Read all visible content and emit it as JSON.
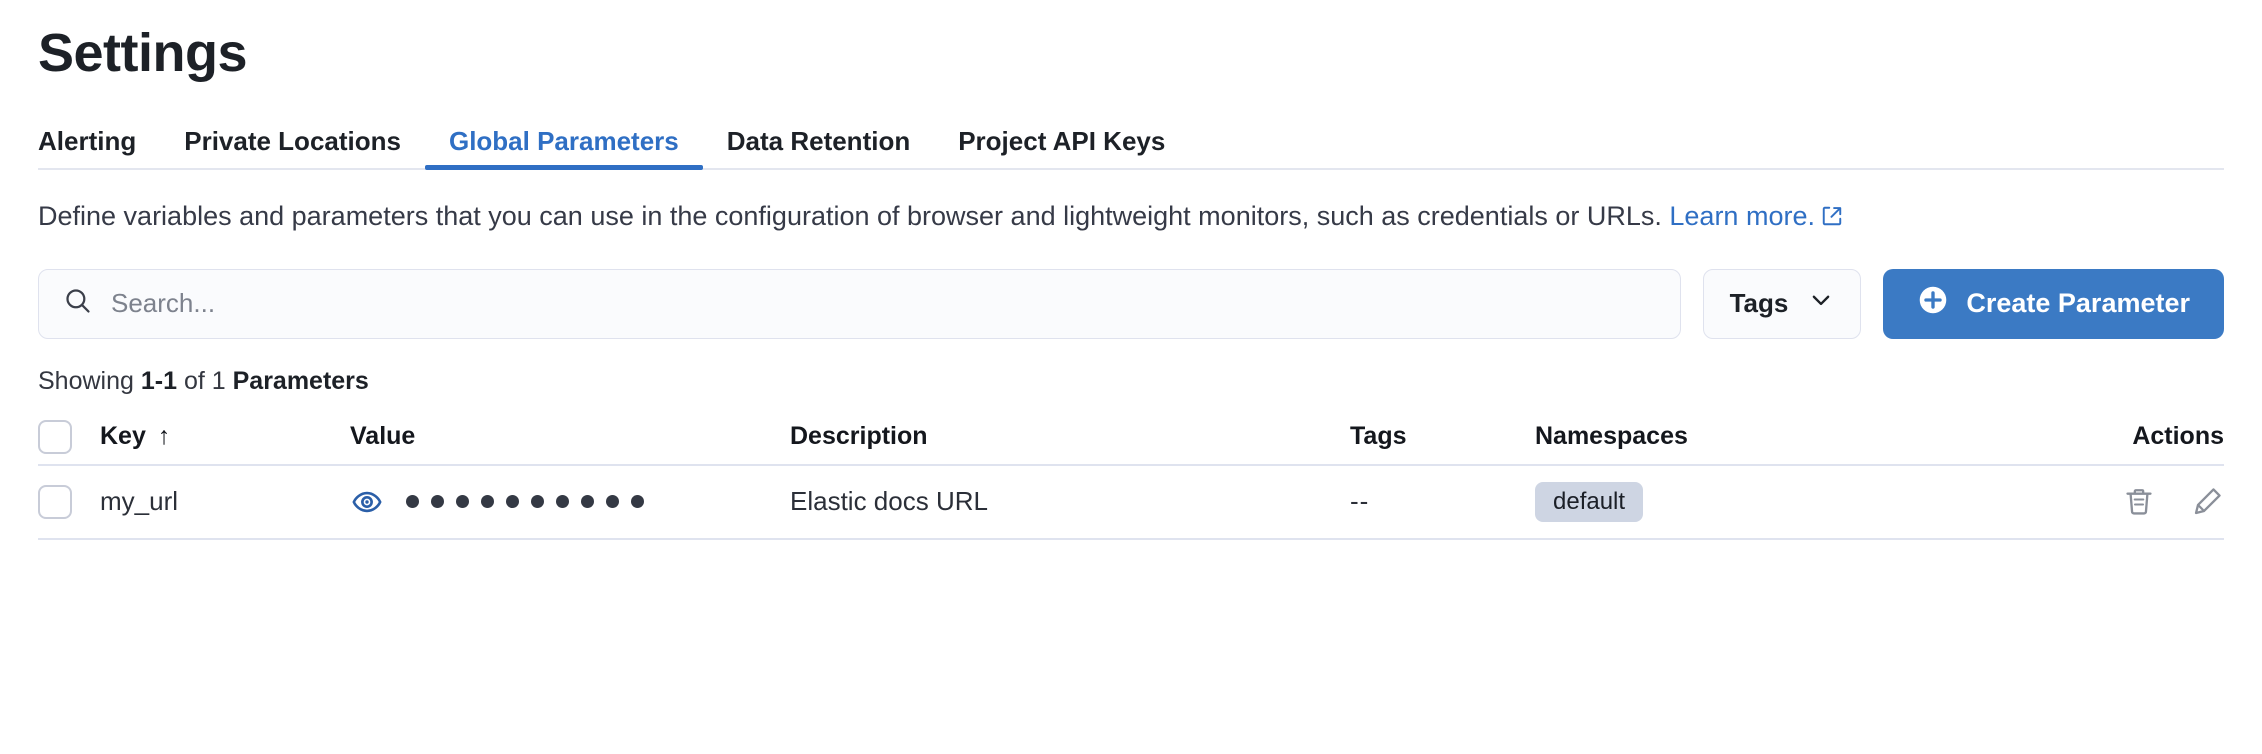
{
  "page": {
    "title": "Settings"
  },
  "tabs": [
    {
      "label": "Alerting",
      "active": false
    },
    {
      "label": "Private Locations",
      "active": false
    },
    {
      "label": "Global Parameters",
      "active": true
    },
    {
      "label": "Data Retention",
      "active": false
    },
    {
      "label": "Project API Keys",
      "active": false
    }
  ],
  "description": {
    "text": "Define variables and parameters that you can use in the configuration of browser and lightweight monitors, such as credentials or URLs.",
    "link_label": "Learn more.",
    "link_icon": "external-link-icon"
  },
  "controls": {
    "search_placeholder": "Search...",
    "search_value": "",
    "search_icon": "search-icon",
    "tags_label": "Tags",
    "tags_icon": "chevron-down-icon",
    "create_label": "Create Parameter",
    "create_icon": "plus-in-circle-icon"
  },
  "summary": {
    "prefix": "Showing",
    "range": "1-1",
    "middle": "of 1",
    "entity": "Parameters"
  },
  "table": {
    "columns": [
      {
        "key": "select",
        "label": ""
      },
      {
        "key": "key",
        "label": "Key",
        "sort": "↑"
      },
      {
        "key": "value",
        "label": "Value"
      },
      {
        "key": "description",
        "label": "Description"
      },
      {
        "key": "tags",
        "label": "Tags"
      },
      {
        "key": "namespaces",
        "label": "Namespaces"
      },
      {
        "key": "actions",
        "label": "Actions"
      }
    ],
    "rows": [
      {
        "key": "my_url",
        "value_masked": "●●●●●●●●●●",
        "value_dot_count": 10,
        "value_toggle_icon": "eye-icon",
        "description": "Elastic docs URL",
        "tags": "--",
        "namespaces": [
          "default"
        ],
        "actions": [
          "trash-icon",
          "pencil-icon"
        ]
      }
    ]
  },
  "colors": {
    "accent_blue": "#2f6fc4",
    "button_blue": "#3b7ac4",
    "eye_blue": "#2b5fa8",
    "badge_bg": "#ced5e3",
    "text_dark": "#1d2127",
    "border": "#dfe3ef"
  }
}
